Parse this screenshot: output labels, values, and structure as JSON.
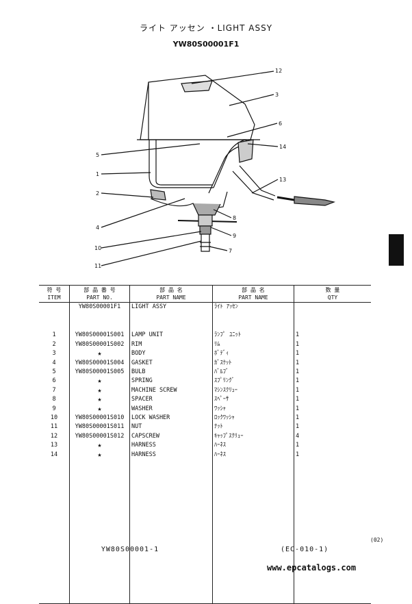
{
  "header": {
    "title": "ライト アッセン ・LIGHT ASSY",
    "part_no": "YW80S00001F1"
  },
  "diagram": {
    "callouts": [
      "12",
      "3",
      "6",
      "14",
      "5",
      "1",
      "13",
      "2",
      "8",
      "4",
      "9",
      "10",
      "7",
      "11"
    ]
  },
  "table": {
    "headers": {
      "item_jp": "符 号",
      "item": "ITEM",
      "part_jp": "部 品 番 号",
      "part": "PART NO.",
      "name_jp": "部 品 名",
      "name": "PART NAME",
      "jname_jp": "部 品 名",
      "jname": "PART NAME",
      "qty_jp": "数 量",
      "qty": "QTY"
    },
    "assy": {
      "part": "YW80S00001F1",
      "name": "LIGHT ASSY",
      "jname": "ﾗｲﾄ ｱｯｾﾝ"
    },
    "rows": [
      {
        "item": "1",
        "part": "YW80S00001S001",
        "name": "LAMP UNIT",
        "jname": "ﾗﾝﾌﾟ ﾕﾆｯﾄ",
        "qty": "1"
      },
      {
        "item": "2",
        "part": "YW80S00001S002",
        "name": "RIM",
        "jname": "ﾘﾑ",
        "qty": "1"
      },
      {
        "item": "3",
        "part": "★",
        "name": "BODY",
        "jname": "ﾎﾞﾃﾞｨ",
        "qty": "1"
      },
      {
        "item": "4",
        "part": "YW80S00001S004",
        "name": "GASKET",
        "jname": "ｶﾞｽｹｯﾄ",
        "qty": "1"
      },
      {
        "item": "5",
        "part": "YW80S00001S005",
        "name": "BULB",
        "jname": "ﾊﾞﾙﾌﾞ",
        "qty": "1"
      },
      {
        "item": "6",
        "part": "★",
        "name": "SPRING",
        "jname": "ｽﾌﾟﾘﾝｸﾞ",
        "qty": "1"
      },
      {
        "item": "7",
        "part": "★",
        "name": "MACHINE SCREW",
        "jname": "ﾏｼﾝｽｸﾘｭｰ",
        "qty": "1"
      },
      {
        "item": "8",
        "part": "★",
        "name": "SPACER",
        "jname": "ｽﾍﾟｰｻ",
        "qty": "1"
      },
      {
        "item": "9",
        "part": "★",
        "name": "WASHER",
        "jname": "ﾜｯｼｬ",
        "qty": "1"
      },
      {
        "item": "10",
        "part": "YW80S00001S010",
        "name": "LOCK WASHER",
        "jname": "ﾛｯｸﾜｯｼｬ",
        "qty": "1"
      },
      {
        "item": "11",
        "part": "YW80S00001S011",
        "name": "NUT",
        "jname": "ﾅｯﾄ",
        "qty": "1"
      },
      {
        "item": "12",
        "part": "YW80S00001S012",
        "name": "CAPSCREW",
        "jname": "ｷｬｯﾌﾟｽｸﾘｭｰ",
        "qty": "4"
      },
      {
        "item": "13",
        "part": "★",
        "name": "HARNESS",
        "jname": "ﾊｰﾈｽ",
        "qty": "1"
      },
      {
        "item": "14",
        "part": "★",
        "name": "HARNESS",
        "jname": "ﾊｰﾈｽ",
        "qty": "1"
      }
    ]
  },
  "footer": {
    "rev": "(02)",
    "page_code": "YW80S00001-1",
    "ec_code": "(EC-010-1)",
    "url": "www.epcatalogs.com"
  }
}
